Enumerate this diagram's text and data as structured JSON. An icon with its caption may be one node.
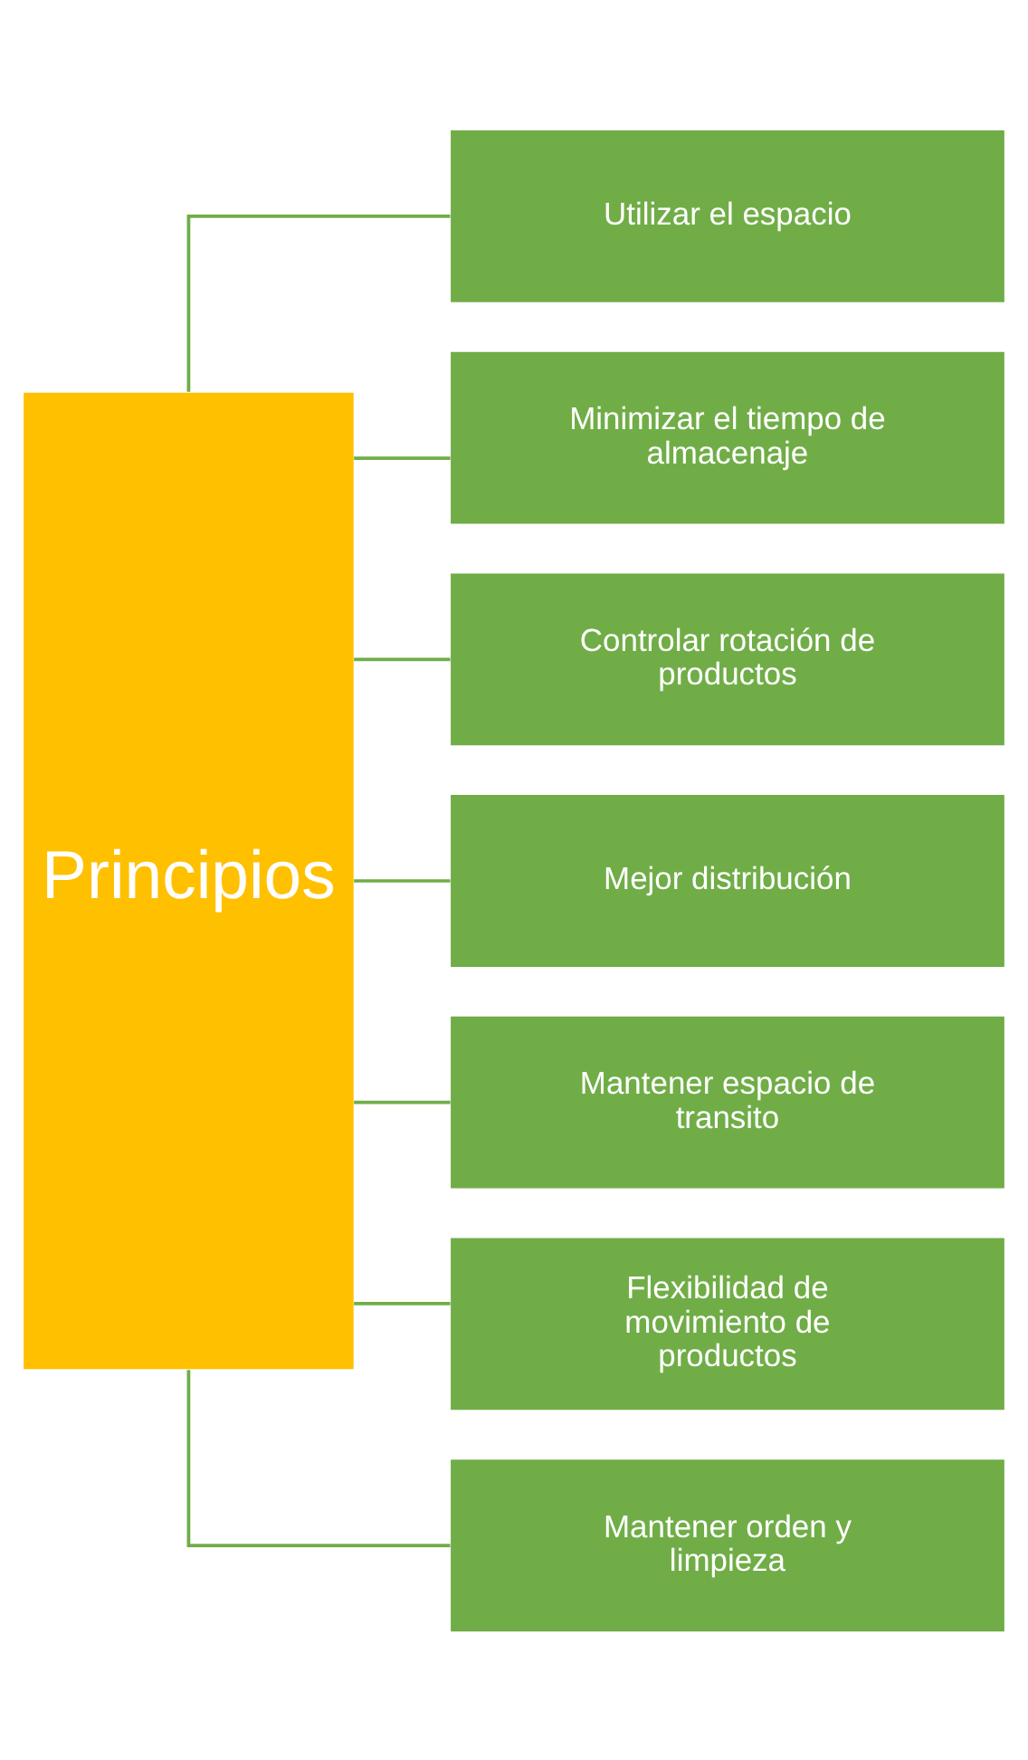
{
  "diagram": {
    "nodes": [
      {
        "text": [
          "Principios"
        ]
      },
      {
        "text": [
          "Utilizar el espacio"
        ]
      },
      {
        "text": [
          "Minimizar el tiempo de almacenaje"
        ]
      },
      {
        "text": [
          "Controlar rotación de productos"
        ]
      },
      {
        "text": [
          "Mejor distribución"
        ]
      },
      {
        "text": [
          "Mantener espacio de transito"
        ]
      },
      {
        "text": [
          "Flexibilidad de movimiento de productos"
        ]
      },
      {
        "text": [
          "Mantener orden y limpieza"
        ]
      }
    ],
    "edges": [
      {
        "from": 0,
        "to": 1,
        "arrow": "none"
      },
      {
        "from": 0,
        "to": 2,
        "arrow": "none"
      },
      {
        "from": 0,
        "to": 3,
        "arrow": "none"
      },
      {
        "from": 0,
        "to": 4,
        "arrow": "none"
      },
      {
        "from": 0,
        "to": 5,
        "arrow": "none"
      },
      {
        "from": 0,
        "to": 6,
        "arrow": "none"
      },
      {
        "from": 0,
        "to": 7,
        "arrow": "none"
      }
    ]
  }
}
